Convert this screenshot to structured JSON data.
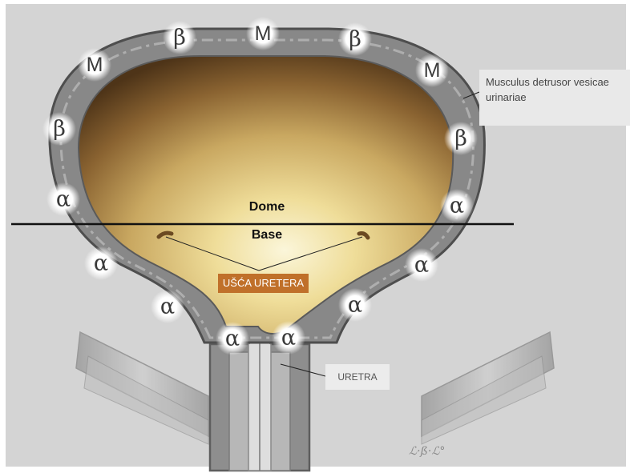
{
  "labels": {
    "dome": "Dome",
    "base": "Base",
    "detrusor": "Musculus detrusor vesicae urinariae",
    "ureteral_orifices": "UŠĆA URETERA",
    "urethra": "URETRA"
  },
  "receptors": {
    "alpha": "α",
    "beta": "β",
    "muscarinic": "M"
  },
  "colors": {
    "background": "#d4d4d4",
    "wall": "#8a8a8a",
    "lumen_top": "#4e3418",
    "lumen_bottom": "#e6d07a",
    "ostia_callout": "#c0702a"
  }
}
